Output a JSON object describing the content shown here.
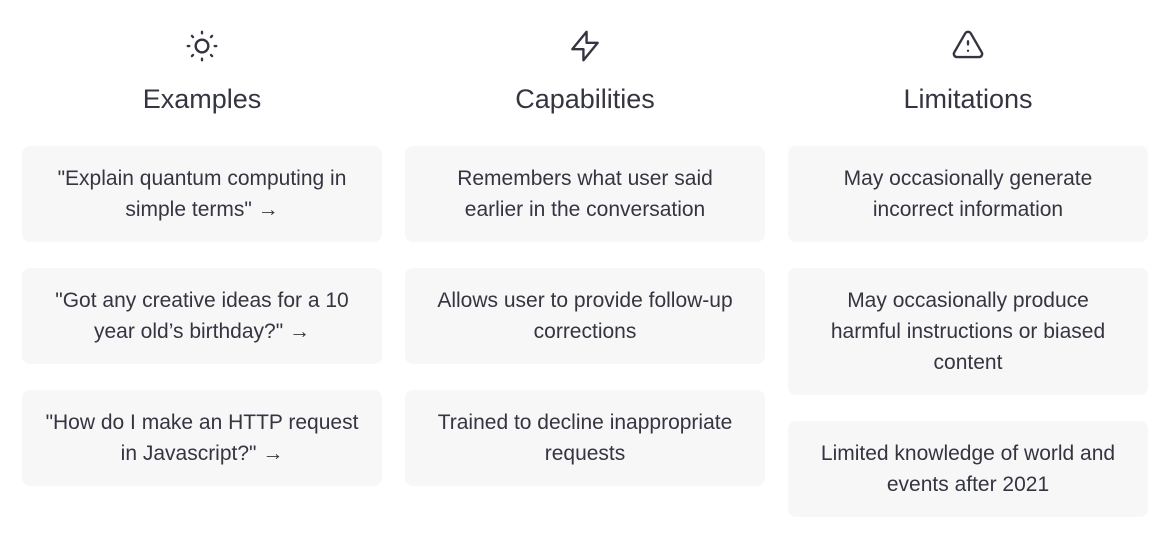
{
  "page": {
    "background_color": "#ffffff",
    "card_background_color": "#f7f7f8",
    "text_color": "#343541"
  },
  "columns": [
    {
      "id": "examples",
      "icon": "sun-icon",
      "title": "Examples",
      "cards": [
        {
          "text": "\"Explain quantum computing in simple terms\" →"
        },
        {
          "text": "\"Got any creative ideas for a 10 year old’s birthday?\" →"
        },
        {
          "text": "\"How do I make an HTTP request in Javascript?\" →"
        }
      ]
    },
    {
      "id": "capabilities",
      "icon": "lightning-bolt-icon",
      "title": "Capabilities",
      "cards": [
        {
          "text": "Remembers what user said earlier in the conversation"
        },
        {
          "text": "Allows user to provide follow-up corrections"
        },
        {
          "text": "Trained to decline inappropriate requests"
        }
      ]
    },
    {
      "id": "limitations",
      "icon": "warning-triangle-icon",
      "title": "Limitations",
      "cards": [
        {
          "text": "May occasionally generate incorrect information"
        },
        {
          "text": "May occasionally produce harmful instructions or biased content"
        },
        {
          "text": "Limited knowledge of world and events after 2021"
        }
      ]
    }
  ]
}
